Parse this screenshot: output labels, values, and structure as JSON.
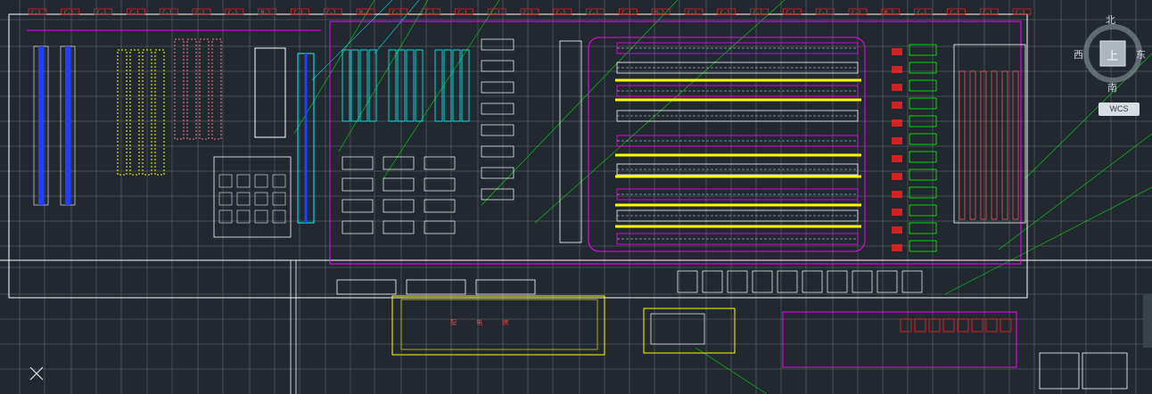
{
  "viewcube": {
    "north": "北",
    "south": "南",
    "west": "西",
    "east": "东",
    "top": "上",
    "wcs": "WCS"
  },
  "drawing": {
    "column_tags_top": [
      "C-1",
      "C-1",
      "C-1",
      "C-1",
      "C-1",
      "C-1",
      "C-1",
      "M-2",
      "C-1",
      "C-1",
      "M-2",
      "C-1",
      "C-1",
      "C-1",
      "C-1",
      "C-1",
      "C-1",
      "C-1",
      "C-1",
      "M-2",
      "C-1",
      "C-1",
      "C-1",
      "C-1",
      "C-1",
      "C-1",
      "M-2",
      "C-1",
      "C-1",
      "C-1",
      "C-1"
    ],
    "room_label": "配 电 房"
  },
  "colors": {
    "background": "#212830",
    "grid": "#c8c8c8",
    "magenta": "#ff00ff",
    "yellow": "#ffff00",
    "cyan": "#00ffff",
    "red": "#ff2020",
    "green": "#00ff00",
    "blue": "#2040ff",
    "white": "#ffffff"
  }
}
